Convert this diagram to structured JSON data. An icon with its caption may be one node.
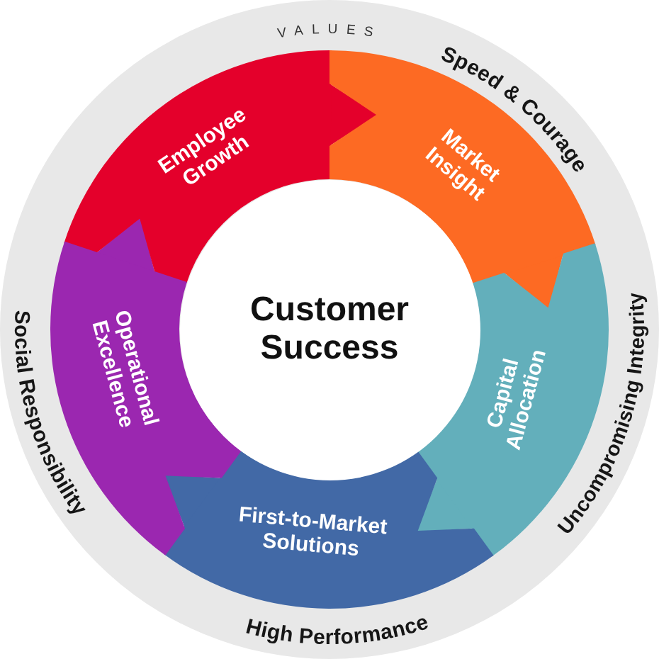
{
  "diagram": {
    "nodes": [
      {
        "text": [
          "VALUES",
          "Speed & Courage",
          "Uncompromising Integrity",
          "High Performance",
          "Social Responsibility"
        ]
      },
      {
        "text": [
          "Employee Growth"
        ],
        "in": 0
      },
      {
        "text": [
          "Market Insight"
        ],
        "in": 0
      },
      {
        "text": [
          "Capital Allocation"
        ],
        "in": 0
      },
      {
        "text": [
          "First-to-Market Solutions"
        ],
        "in": 0
      },
      {
        "text": [
          "Operational Excellence"
        ],
        "in": 0
      },
      {
        "text": [
          "Customer Success"
        ],
        "in": 0
      }
    ],
    "edges": [
      {
        "from": 1,
        "to": 2,
        "arrow": "to",
        "color": "#e4002b"
      },
      {
        "from": 2,
        "to": 3,
        "arrow": "to",
        "color": "#fd6a23"
      },
      {
        "from": 3,
        "to": 4,
        "arrow": "to",
        "color": "#63afbb"
      },
      {
        "from": 4,
        "to": 5,
        "arrow": "to",
        "color": "#4269a6"
      },
      {
        "from": 5,
        "to": 1,
        "arrow": "to",
        "color": "#9b27b0"
      }
    ]
  }
}
